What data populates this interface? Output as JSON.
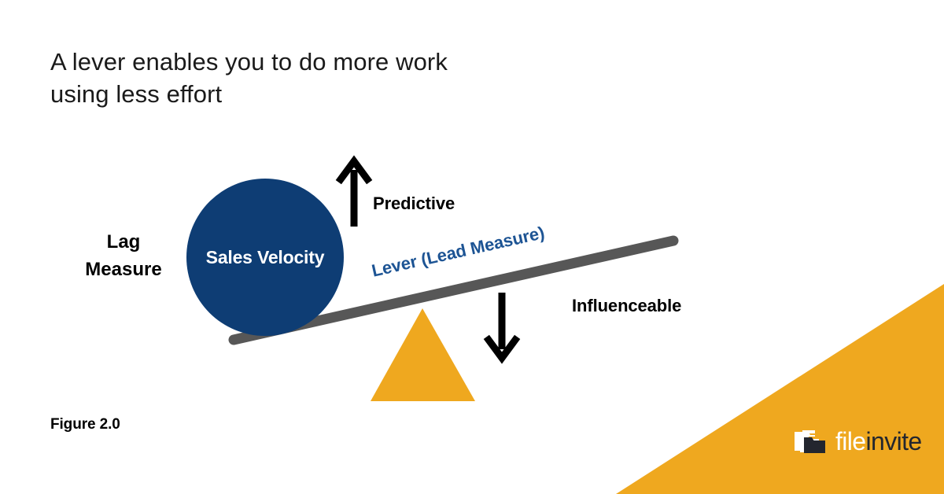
{
  "figure": {
    "title": "A lever enables you to do more work\nusing less effort",
    "caption": "Figure 2.0",
    "type": "lever-fulcrum-diagram"
  },
  "labels": {
    "lag_measure": "Lag\nMeasure",
    "sales_velocity": "Sales Velocity",
    "predictive": "Predictive",
    "lever_lead_measure": "Lever (Lead Measure)",
    "influenceable": "Influenceable"
  },
  "icons": {
    "up_arrow": "arrow-up-icon",
    "down_arrow": "arrow-down-icon",
    "fulcrum": "triangle-fulcrum-icon",
    "lever_bar": "lever-bar-icon",
    "folder": "folder-stack-icon",
    "corner_wedge": "corner-wedge-icon"
  },
  "brand": {
    "name_part_one": "file",
    "name_part_two": "invite"
  },
  "colors": {
    "navy": "#0e3d74",
    "lever_label_blue": "#1d5494",
    "orange": "#efa81f",
    "lever_gray": "#575757",
    "text_black": "#000000",
    "title_black": "#1a1a1a",
    "white": "#ffffff",
    "logo_dark": "#23262e"
  }
}
